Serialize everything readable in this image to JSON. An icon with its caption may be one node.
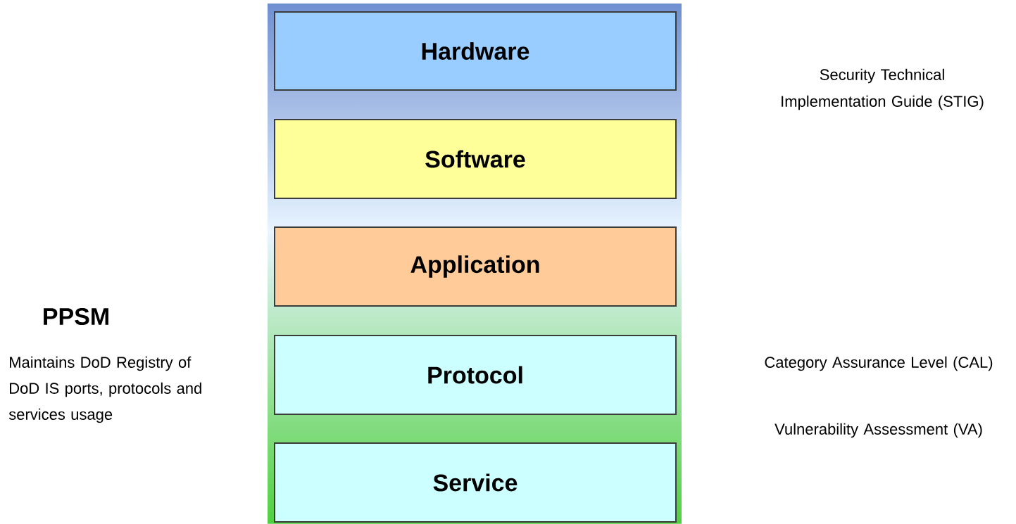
{
  "diagram": {
    "nodes": [
      {
        "text": [
          "Hardware"
        ]
      },
      {
        "text": [
          "Software"
        ]
      },
      {
        "text": [
          "Application"
        ]
      },
      {
        "text": [
          "Protocol"
        ]
      },
      {
        "text": [
          "Service"
        ]
      }
    ],
    "labels": [
      "Security Technical Implementation Guide (STIG)",
      "PPSM",
      "Maintains DoD Registry of DoD IS ports, protocols and services usage",
      "Category Assurance Level (CAL)",
      "Vulnerability Assessment (VA)"
    ]
  }
}
